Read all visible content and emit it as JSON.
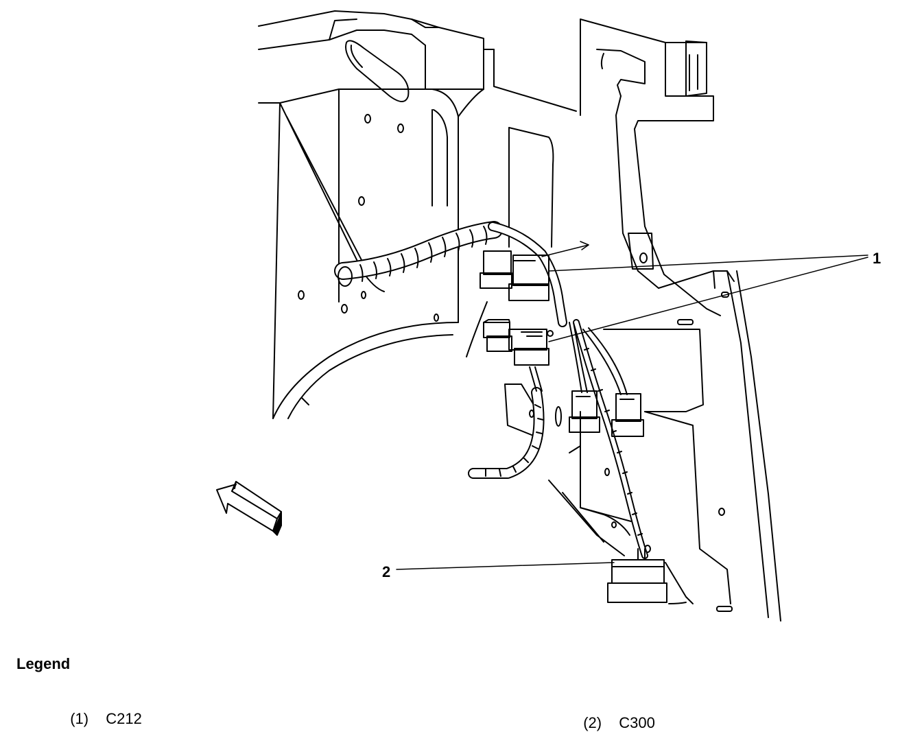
{
  "callouts": {
    "c1": "1",
    "c2": "2"
  },
  "legend": {
    "title": "Legend",
    "items": [
      {
        "number": "(1)",
        "label": "C212"
      },
      {
        "number": "(2)",
        "label": "C300"
      }
    ]
  }
}
